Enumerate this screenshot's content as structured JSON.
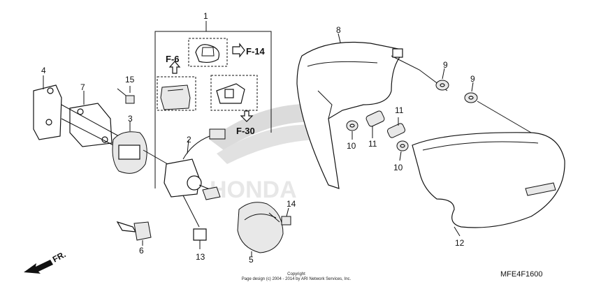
{
  "diagram": {
    "part_callouts": [
      "1",
      "2",
      "3",
      "4",
      "5",
      "6",
      "7",
      "8",
      "9",
      "9",
      "10",
      "10",
      "11",
      "11",
      "12",
      "13",
      "14",
      "15"
    ],
    "references": {
      "f6": "F-6",
      "f14": "F-14",
      "f30": "F-30"
    },
    "watermark_text": "HONDA",
    "direction_marker": "FR.",
    "copyright_line1": "Copyright",
    "copyright_line2": "Page design (c) 2004 - 2014 by ARI Network Services, Inc.",
    "diagram_code": "MFE4F1600"
  }
}
